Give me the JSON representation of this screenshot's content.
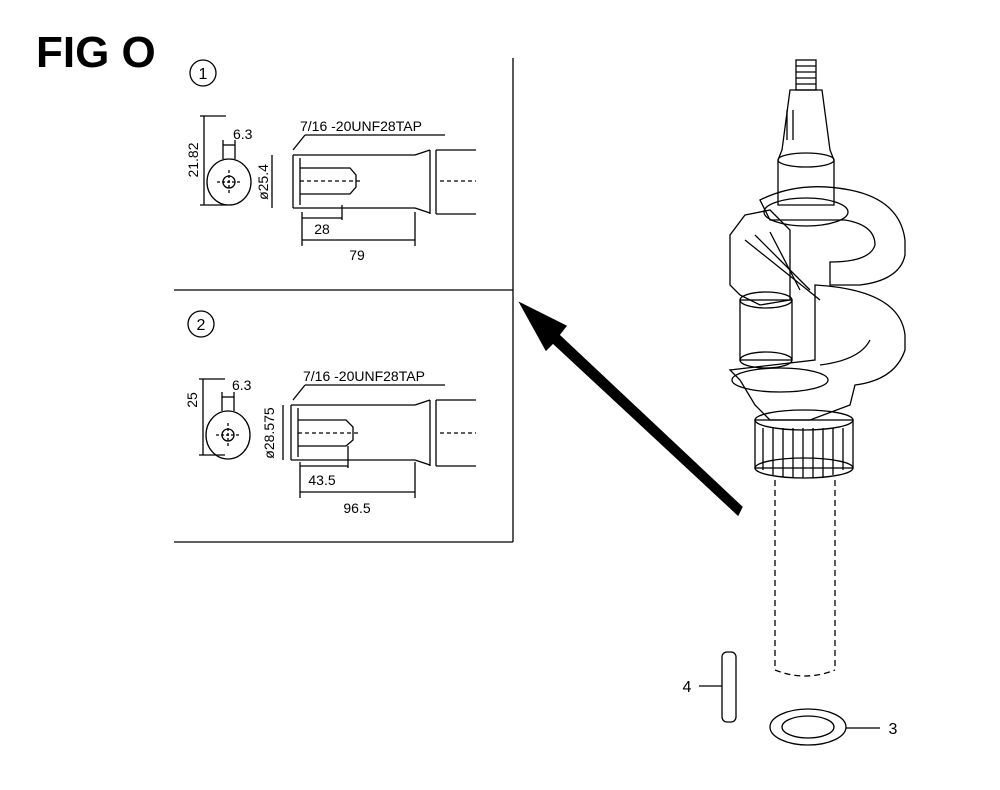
{
  "figure": {
    "title": "FIG O"
  },
  "detail_1": {
    "number": "1",
    "thread": "7/16 -20UNF28TAP",
    "key_width": "6.3",
    "key_height": "21.82",
    "diameter": "ø25.4",
    "tap_depth": "28",
    "shaft_length": "79"
  },
  "detail_2": {
    "number": "2",
    "thread": "7/16 -20UNF28TAP",
    "key_width": "6.3",
    "key_height": "25",
    "diameter": "ø28.575",
    "tap_depth": "43.5",
    "shaft_length": "96.5"
  },
  "parts": {
    "part_3": "3",
    "part_4": "4"
  }
}
